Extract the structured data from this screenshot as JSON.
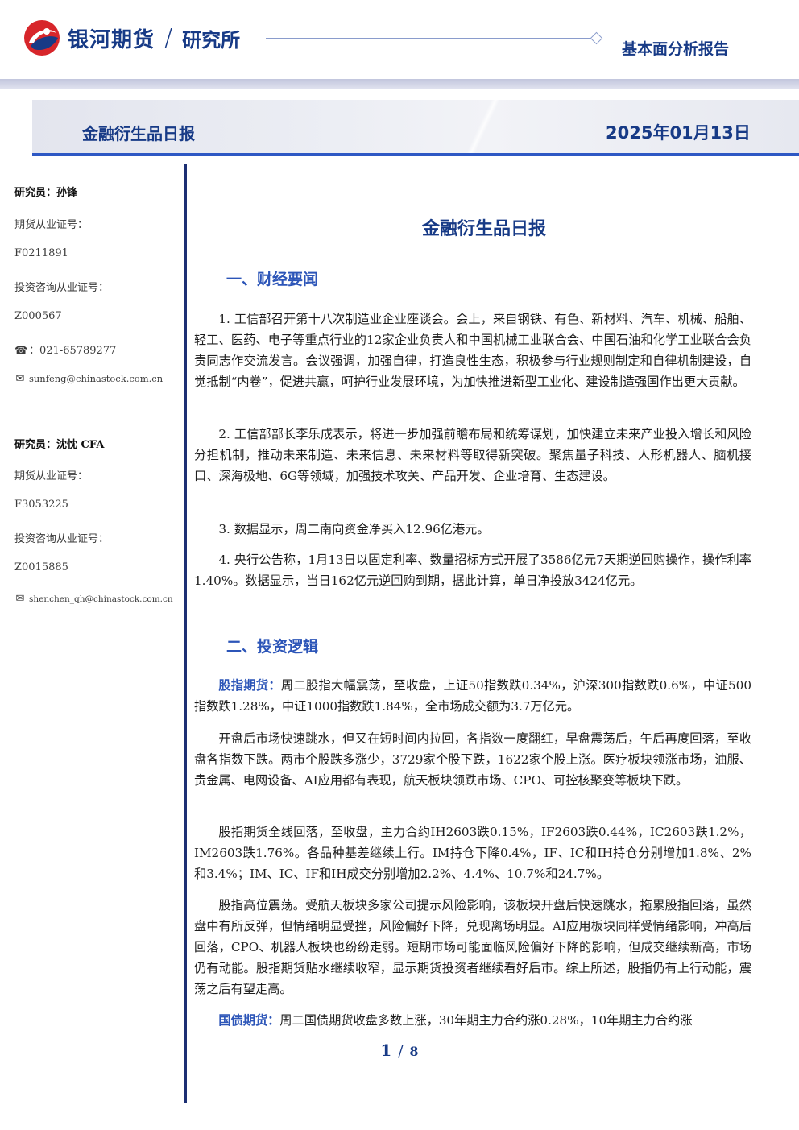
{
  "header": {
    "company": "银河期货",
    "slash": "/",
    "institute": "研究所",
    "report_type": "基本面分析报告",
    "band_title": "金融衍生品日报",
    "date": "2025年01月13日"
  },
  "sidebar": {
    "analyst1": {
      "name": "研究员：孙锋",
      "futures_label": "期货从业证号：",
      "futures_id": "F0211891",
      "consult_label": "投资咨询从业证号：",
      "consult_id": "Z000567",
      "phone": "：021-65789277",
      "email": "sunfeng@chinastock.com.cn"
    },
    "analyst2": {
      "name": "研究员：沈忱 CFA",
      "futures_label": "期货从业证号：",
      "futures_id": "F3053225",
      "consult_label": "投资咨询从业证号：",
      "consult_id": "Z0015885",
      "email": "shenchen_qh@chinastock.com.cn"
    },
    "icons": {
      "phone": "phone-icon",
      "email": "envelope-icon"
    }
  },
  "main": {
    "title": "金融衍生品日报",
    "sec1_heading": "一、财经要闻",
    "sec1_paras": [
      "1. 工信部召开第十八次制造业企业座谈会。会上，来自钢铁、有色、新材料、汽车、机械、船舶、轻工、医药、电子等重点行业的12家企业负责人和中国机械工业联合会、中国石油和化学工业联合会负责同志作交流发言。会议强调，加强自律，打造良性生态，积极参与行业规则制定和自律机制建设，自觉抵制“内卷”，促进共赢，呵护行业发展环境，为加快推进新型工业化、建设制造强国作出更大贡献。",
      "2. 工信部部长李乐成表示，将进一步加强前瞻布局和统筹谋划，加快建立未来产业投入增长和风险分担机制，推动未来制造、未来信息、未来材料等取得新突破。聚焦量子科技、人形机器人、脑机接口、深海极地、6G等领域，加强技术攻关、产品开发、企业培育、生态建设。",
      "3. 数据显示，周二南向资金净买入12.96亿港元。",
      "4. 央行公告称，1月13日以固定利率、数量招标方式开展了3586亿元7天期逆回购操作，操作利率1.40%。数据显示，当日162亿元逆回购到期，据此计算，单日净投放3424亿元。"
    ],
    "sec2_heading": "二、投资逻辑",
    "stock_lead": "股指期货：",
    "stock_p1": "周二股指大幅震荡，至收盘，上证50指数跌0.34%，沪深300指数跌0.6%，中证500指数跌1.28%，中证1000指数跌1.84%，全市场成交额为3.7万亿元。",
    "stock_p2": "开盘后市场快速跳水，但又在短时间内拉回，各指数一度翻红，早盘震荡后，午后再度回落，至收盘各指数下跌。两市个股跌多涨少，3729家个股下跌，1622家个股上涨。医疗板块领涨市场，油服、贵金属、电网设备、AI应用都有表现，航天板块领跌市场、CPO、可控核聚变等板块下跌。",
    "stock_p3": "股指期货全线回落，至收盘，主力合约IH2603跌0.15%，IF2603跌0.44%，IC2603跌1.2%，IM2603跌1.76%。各品种基差继续上行。IM持仓下降0.4%，IF、IC和IH持仓分别增加1.8%、2%和3.4%；IM、IC、IF和IH成交分别增加2.2%、4.4%、10.7%和24.7%。",
    "stock_p4": "股指高位震荡。受航天板块多家公司提示风险影响，该板块开盘后快速跳水，拖累股指回落，虽然盘中有所反弹，但情绪明显受挫，风险偏好下降，兑现离场明显。AI应用板块同样受情绪影响，冲高后回落，CPO、机器人板块也纷纷走弱。短期市场可能面临风险偏好下降的影响，但成交继续新高，市场仍有动能。股指期货贴水继续收窄，显示期货投资者继续看好后市。综上所述，股指仍有上行动能，震荡之后有望走高。",
    "bond_lead": "国债期货：",
    "bond_p1": "周二国债期货收盘多数上涨，30年期主力合约涨0.28%，10年期主力合约涨"
  },
  "footer": {
    "page": "1",
    "sep": "/",
    "total": "8"
  },
  "colors": {
    "brand": "#173a86",
    "heading": "#2c55b8",
    "logo_red": "#d7262b"
  }
}
